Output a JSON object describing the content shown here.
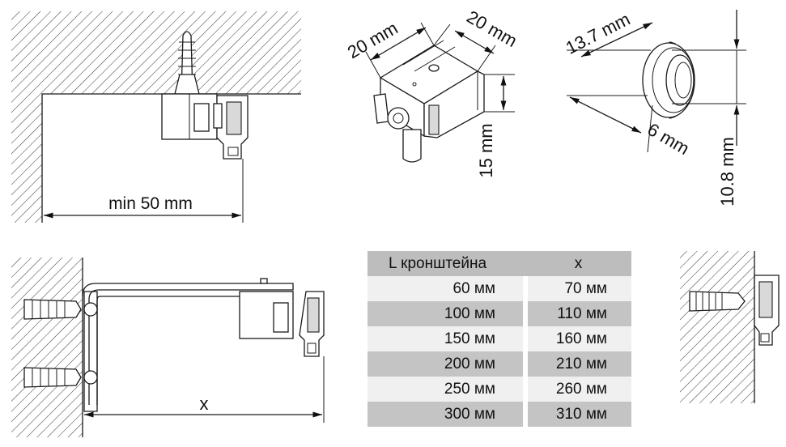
{
  "dimensions": {
    "min_distance": "min 50 mm",
    "bracket_width": "20 mm",
    "bracket_depth": "20 mm",
    "bracket_height": "15 mm",
    "cap_diameter": "13.7 mm",
    "cap_depth": "6 mm",
    "cap_height": "10.8 mm",
    "x_label": "x"
  },
  "table": {
    "headers": [
      "L кронштейна",
      "x"
    ],
    "rows": [
      [
        "60 мм",
        "70 мм"
      ],
      [
        "100 мм",
        "110 мм"
      ],
      [
        "150 мм",
        "160 мм"
      ],
      [
        "200 мм",
        "210 мм"
      ],
      [
        "250 мм",
        "260 мм"
      ],
      [
        "300 мм",
        "310 мм"
      ]
    ]
  },
  "icons": [
    "ceiling-hatch",
    "wall-hatch",
    "wall-plug-icon",
    "bracket-icon",
    "rail-profile-icon",
    "end-cap-icon"
  ]
}
